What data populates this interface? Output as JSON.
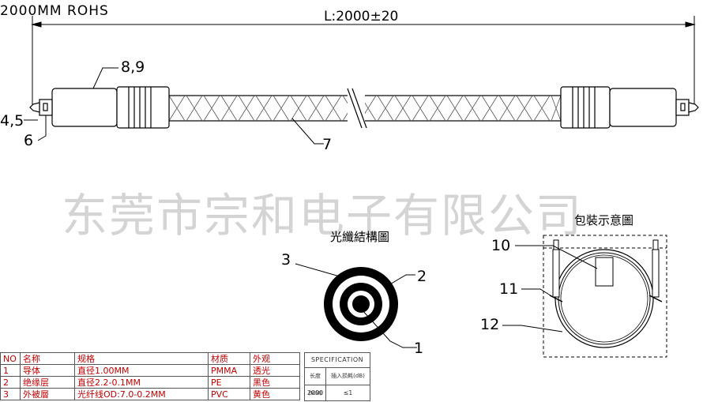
{
  "header": {
    "title": "2000MM ROHS",
    "length_dimension": "L:2000±20"
  },
  "watermark": "东莞市宗和电子有限公司",
  "cable_callouts": {
    "top_connector": "8,9",
    "left_parts": "4,5",
    "left_part_six": "6",
    "braid": "7"
  },
  "fiber_structure": {
    "title": "光纖結構圖",
    "labels": [
      "3",
      "2",
      "1"
    ]
  },
  "packaging": {
    "title": "包裝示意圖",
    "labels": [
      "10",
      "11",
      "12"
    ]
  },
  "bom_table": {
    "headers": [
      "NO",
      "名称",
      "规格",
      "材质",
      "外观"
    ],
    "rows": [
      [
        "1",
        "导体",
        "直径1.00MM",
        "PMMA",
        "透光"
      ],
      [
        "2",
        "绝缘层",
        "直径2.2-0.1MM",
        "PE",
        "黑色"
      ],
      [
        "3",
        "外被層",
        "光纤线OD:7.0-0.2MM",
        "PVC",
        "黄色"
      ]
    ]
  },
  "spec_table": {
    "title": "SPECIFICATION",
    "col1_header": "长度(MM)",
    "col2_header": "插入损耗(dB)",
    "length_value": "2000",
    "loss_value": "≤1"
  }
}
